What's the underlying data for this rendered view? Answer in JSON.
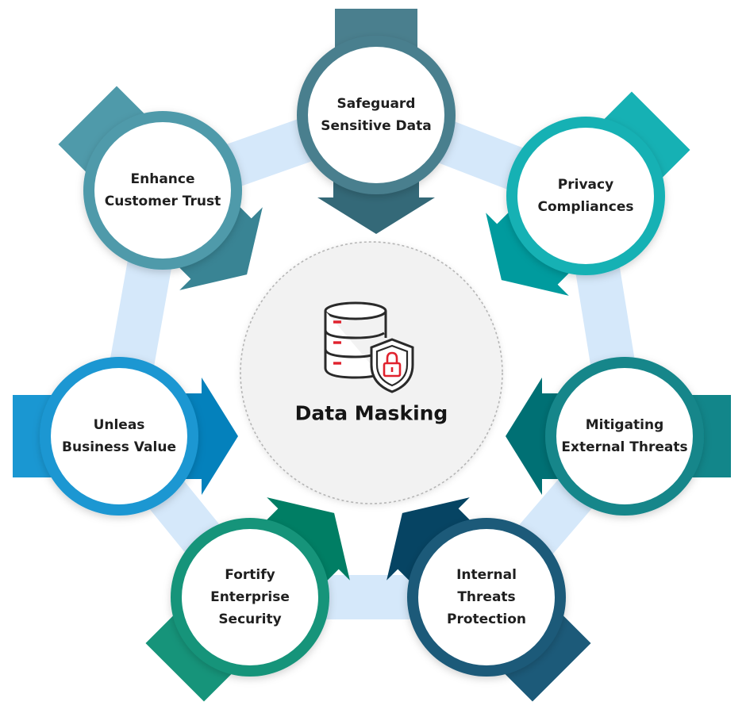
{
  "center": {
    "title": "Data Masking",
    "icon": "database-lock-icon"
  },
  "nodes": [
    {
      "id": "safeguard",
      "lines": [
        "Safeguard",
        "Sensitive Data"
      ],
      "color": "#4a7f8e",
      "arrow_direction": "down"
    },
    {
      "id": "privacy",
      "lines": [
        "Privacy",
        "Compliances"
      ],
      "color": "#16b1b4",
      "arrow_direction": "down-left"
    },
    {
      "id": "mitigating",
      "lines": [
        "Mitigating",
        "External Threats"
      ],
      "color": "#12868a",
      "arrow_direction": "left"
    },
    {
      "id": "internal",
      "lines": [
        "Internal",
        "Threats",
        "Protection"
      ],
      "color": "#1c5a79",
      "arrow_direction": "up-left"
    },
    {
      "id": "fortify",
      "lines": [
        "Fortify",
        "Enterprise",
        "Security"
      ],
      "color": "#16947a",
      "arrow_direction": "up-right"
    },
    {
      "id": "unleash",
      "lines": [
        "Unleas",
        "Business Value"
      ],
      "color": "#1a97d2",
      "arrow_direction": "right"
    },
    {
      "id": "trust",
      "lines": [
        "Enhance",
        "Customer Trust"
      ],
      "color": "#4f9aaa",
      "arrow_direction": "down-right"
    }
  ],
  "colors": {
    "ring_connector": "#d5e8fa",
    "center_border": "#b5b5b5",
    "text": "#1f1f1f",
    "icon_stroke": "#2a2a2a",
    "icon_accent": "#e0222e"
  }
}
